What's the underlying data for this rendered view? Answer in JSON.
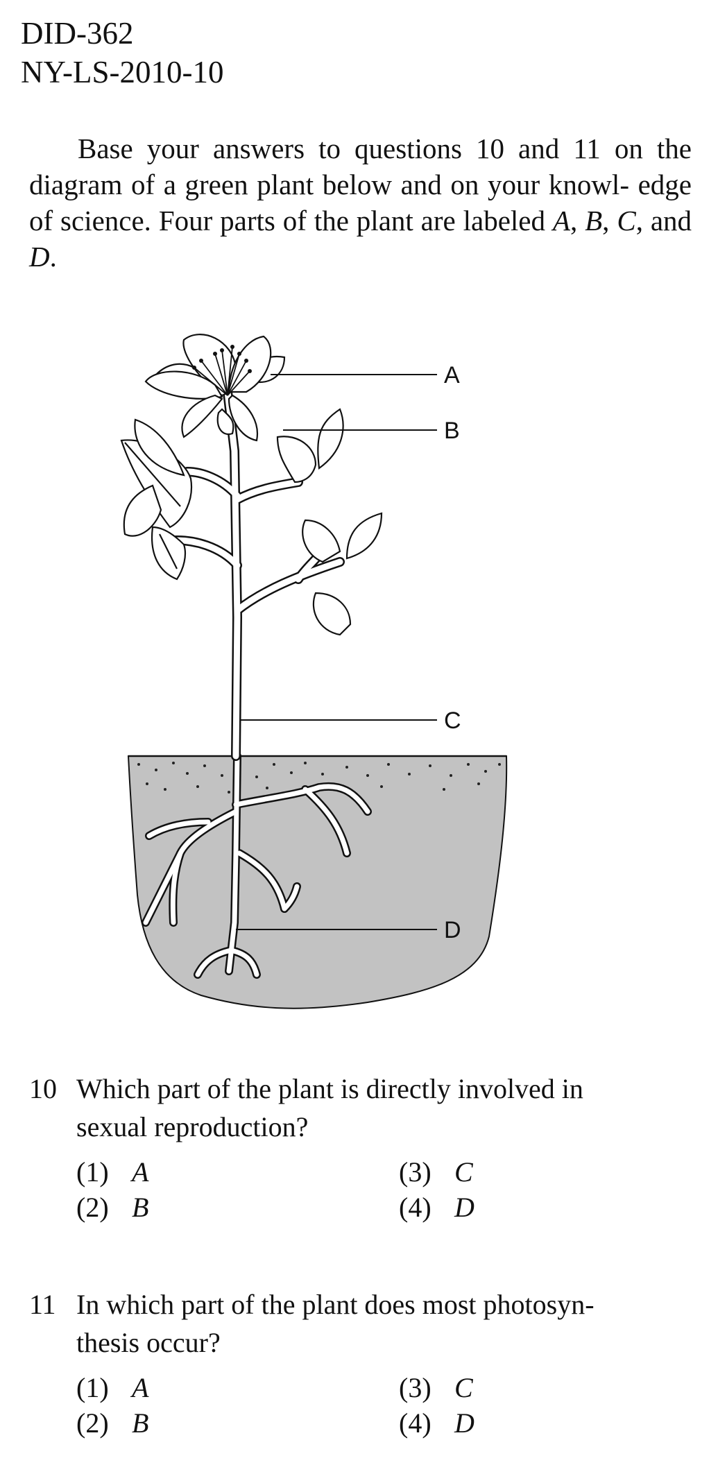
{
  "header": {
    "doc_id": "DID-362",
    "exam_code": "NY-LS-2010-10"
  },
  "intro": {
    "line1": "Base your answers to questions 10 and 11 on the",
    "line2": "diagram of a green plant below and on your knowl-",
    "line3": "edge of science. Four parts of the plant are labeled",
    "line4_a": "A",
    "line4_b": "B",
    "line4_c": "C",
    "line4_d": "D",
    "line4_and": "and"
  },
  "diagram": {
    "labels": [
      "A",
      "B",
      "C",
      "D"
    ],
    "colors": {
      "soil": "#c2c2c2",
      "line": "#111111",
      "fill": "#ffffff"
    }
  },
  "questions": [
    {
      "number": "10",
      "stem_line1": "Which part of the plant is directly involved in",
      "stem_line2": "sexual reproduction?",
      "choices": [
        {
          "label": "(1)",
          "value": "A"
        },
        {
          "label": "(2)",
          "value": "B"
        },
        {
          "label": "(3)",
          "value": "C"
        },
        {
          "label": "(4)",
          "value": "D"
        }
      ]
    },
    {
      "number": "11",
      "stem_line1": "In which part of the plant does most photosyn-",
      "stem_line2": "thesis occur?",
      "choices": [
        {
          "label": "(1)",
          "value": "A"
        },
        {
          "label": "(2)",
          "value": "B"
        },
        {
          "label": "(3)",
          "value": "C"
        },
        {
          "label": "(4)",
          "value": "D"
        }
      ]
    }
  ]
}
